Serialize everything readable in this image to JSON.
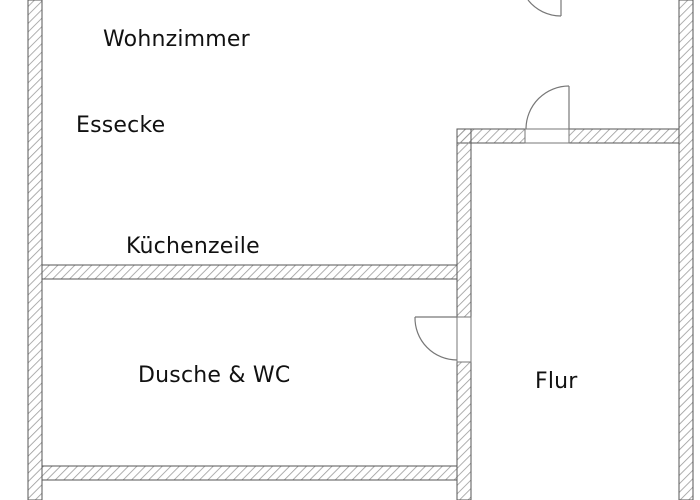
{
  "floorplan": {
    "rooms": [
      {
        "id": "wohnzimmer",
        "label": "Wohnzimmer"
      },
      {
        "id": "essecke",
        "label": "Essecke"
      },
      {
        "id": "kuechenzeile",
        "label": "Küchenzeile"
      },
      {
        "id": "dusche_wc",
        "label": "Dusche & WC"
      },
      {
        "id": "flur",
        "label": "Flur"
      }
    ],
    "colors": {
      "wall_stroke": "#555555",
      "hatch": "#9a9a9a",
      "door": "#777777",
      "background": "#ffffff",
      "text": "#111111"
    }
  }
}
